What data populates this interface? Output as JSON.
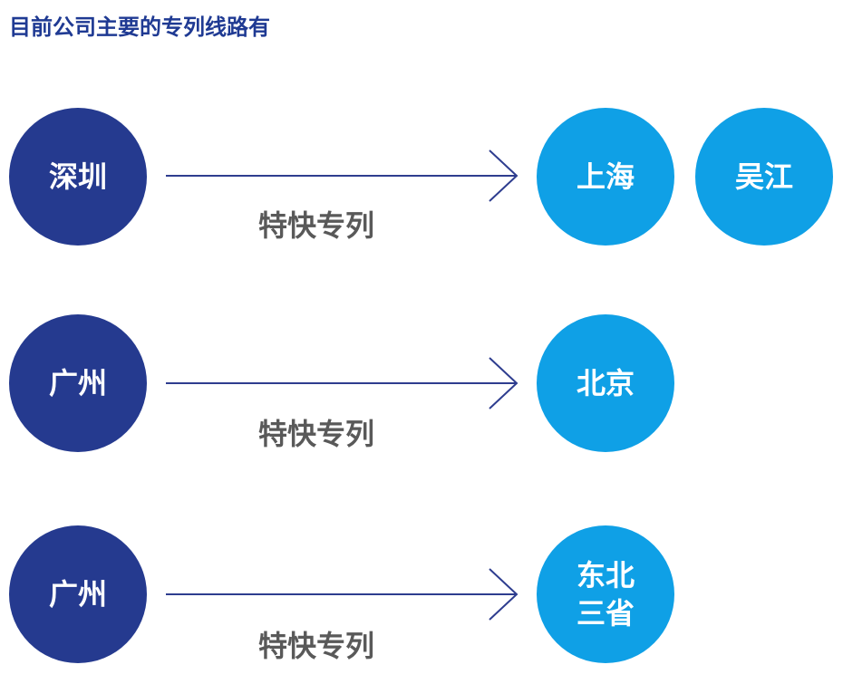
{
  "title": "目前公司主要的专列线路有",
  "colors": {
    "title": "#1f3a93",
    "origin_circle": "#253a8f",
    "destination_circle": "#0fa0e6",
    "service_label": "#595959",
    "arrow": "#2e3d8f"
  },
  "routes": [
    {
      "origin": "深圳",
      "service": "特快专列",
      "destinations": [
        "上海",
        "吴江"
      ]
    },
    {
      "origin": "广州",
      "service": "特快专列",
      "destinations": [
        "北京"
      ]
    },
    {
      "origin": "广州",
      "service": "特快专列",
      "destinations": [
        "东北\n三省"
      ]
    }
  ]
}
